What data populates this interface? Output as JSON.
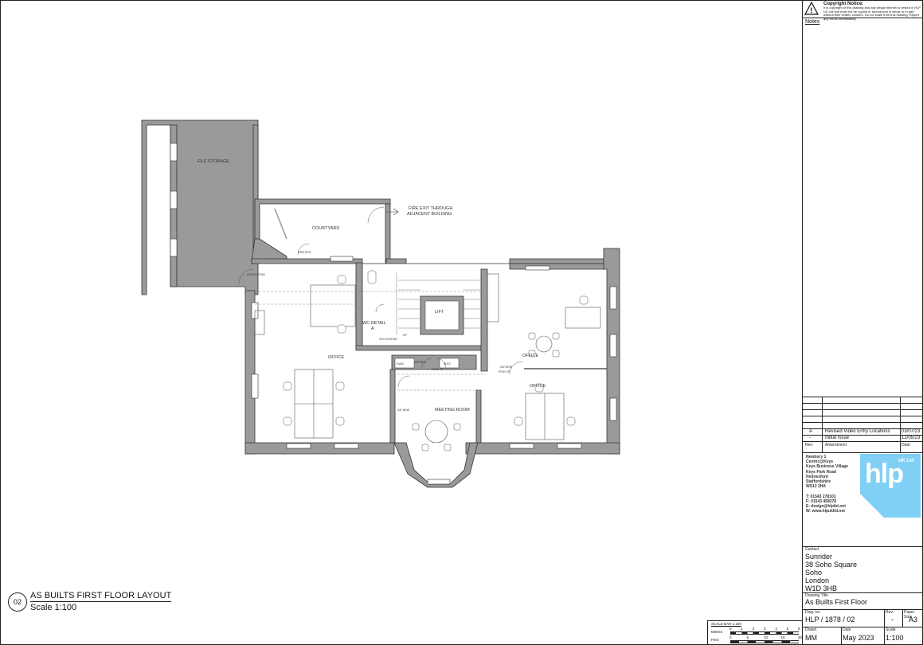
{
  "drawing": {
    "number_badge": "02",
    "title": "AS BUILTS FIRST FLOOR LAYOUT",
    "scale": "Scale 1:100"
  },
  "rooms": {
    "file_storage": "FILE STORAGE",
    "courtyard": "COURTYARD",
    "fire_exit_note_1": "FIRE EXIT THROUGH",
    "fire_exit_note_2": "ADJACENT BUILDING",
    "fire_exit": "FIRE EXIT",
    "office_left": "OFFICE",
    "office_right_top": "OFFICE",
    "office_right_bottom": "OFFICE",
    "meeting_room": "MEETING ROOM",
    "lift": "LIFT",
    "wc_detail_1": "WC DETAIL",
    "wc_detail_2": "A",
    "hvac": "HVAC",
    "elec": "ELEC",
    "door_020": "020 EXISTING",
    "door_022": "022 EXISTING",
    "door_031": "031 NEW",
    "door_032": "032 NEW",
    "door_032_sub": "FD30 VP",
    "door_033": "033 NEW",
    "door_033_sub": "FD30 VP",
    "up": "UP"
  },
  "title_block": {
    "copyright_heading": "Copyright Notice:",
    "copyright_text": "It is copyright of this drawing and any design therein is vested in HLP UK Ltd and must not be copied or reproduced in whole or in part without their written consent. Do not scale from this drawing. Report any errors immediately.",
    "notes_heading": "Notes",
    "revisions": [
      {
        "rev": "A",
        "amendment": "Revised Video Entry Locations",
        "date": "03/07/23"
      },
      {
        "rev": "-",
        "amendment": "Initial Issue",
        "date": "12/05/23"
      }
    ],
    "revision_headers": {
      "rev": "Rev:",
      "amendment": "Amendment",
      "date": "Date:"
    },
    "address_lines": [
      "Newbury 1",
      "Centric@Keys",
      "Keys Business Village",
      "Keys Park Road",
      "Hednesford",
      "Staffordshire",
      "WS12 2HA"
    ],
    "contact_lines": [
      "T: 01543 278101",
      "F: 01543 458278",
      "E: design@hlpltd.net",
      "W: www.hlpukltd.net"
    ],
    "logo_text": "hlp",
    "logo_sub": "UK Ltd",
    "logo_color": "#7fd0f4",
    "contact_label": "Contact",
    "client_lines": [
      "Sunrider",
      "38 Soho Square",
      "Soho",
      "London",
      "W1D 3HB"
    ],
    "drawing_title_label": "Drawing Title",
    "drawing_title": "As Builts First Floor",
    "dwg_no_label": "Dwg. no.",
    "dwg_no": "HLP / 1878 / 02",
    "rev_label": "Rev.",
    "rev_value": "-",
    "paper_label": "Paper Size",
    "paper_value": "A3",
    "drawn_label": "Drawn",
    "drawn_value": "MM",
    "date_label": "Date",
    "date_value": "May 2023",
    "scale_label": "Scale",
    "scale_value": "1:100"
  },
  "scalebar": {
    "title": "SCALE BAR 1:100",
    "metres_label": "Metres:",
    "feet_label": "Feet:",
    "metres_ticks": [
      "0",
      "1",
      "2",
      "3",
      "4",
      "5",
      "6"
    ],
    "feet_ticks": [
      "0",
      "5",
      "10",
      "15",
      "20"
    ]
  }
}
